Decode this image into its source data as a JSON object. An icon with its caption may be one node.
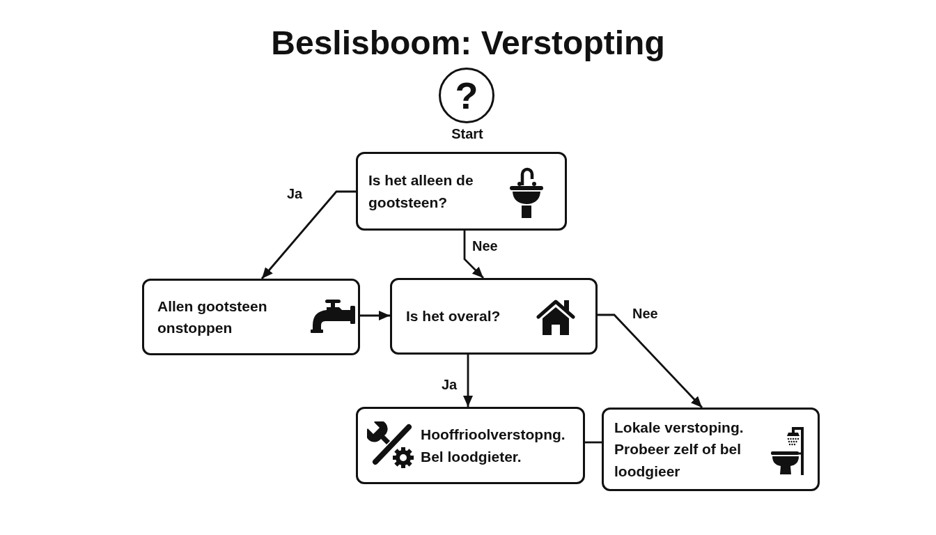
{
  "diagram": {
    "title": "Beslisboom: Verstopting",
    "nodes": [
      {
        "text": [
          "?"
        ],
        "beside": [
          "Start"
        ]
      },
      {
        "text": [
          "Is het alleen de gootsteen?"
        ]
      },
      {
        "text": [
          "Allen gootsteen onstoppen"
        ]
      },
      {
        "text": [
          "Is het overal?"
        ]
      },
      {
        "text": [
          "Hooffrioolverstopng. Bel loodgieter."
        ]
      },
      {
        "text": [
          "Lokale verstoping. Probeer zelf of bel loodgieer"
        ]
      }
    ],
    "edges": [
      {
        "from": 1,
        "to": 2,
        "arrow": "to",
        "label": "Ja"
      },
      {
        "from": 1,
        "to": 3,
        "arrow": "to",
        "label": "Nee"
      },
      {
        "from": 2,
        "to": 3,
        "arrow": "to"
      },
      {
        "from": 3,
        "to": 4,
        "arrow": "to",
        "label": "Ja"
      },
      {
        "from": 3,
        "to": 5,
        "arrow": "to",
        "label": "Nee"
      },
      {
        "from": 4,
        "to": 5,
        "arrow": "none"
      }
    ]
  }
}
